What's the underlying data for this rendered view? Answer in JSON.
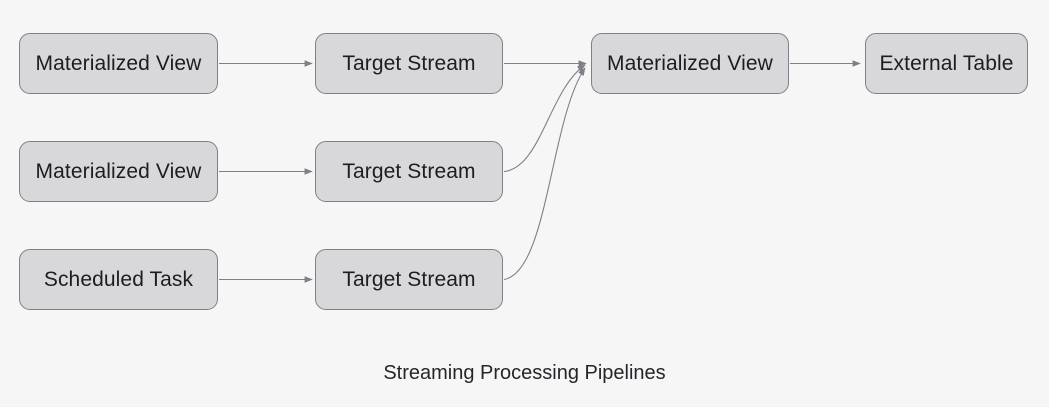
{
  "caption": "Streaming Processing Pipelines",
  "nodes": [
    {
      "id": "mv-top",
      "label": "Materialized View"
    },
    {
      "id": "ts-top",
      "label": "Target Stream"
    },
    {
      "id": "mv-merge",
      "label": "Materialized View"
    },
    {
      "id": "external-table",
      "label": "External Table"
    },
    {
      "id": "mv-mid",
      "label": "Materialized View"
    },
    {
      "id": "ts-mid",
      "label": "Target Stream"
    },
    {
      "id": "scheduled-task",
      "label": "Scheduled Task"
    },
    {
      "id": "ts-bottom",
      "label": "Target Stream"
    }
  ],
  "edges": [
    {
      "from": "mv-top",
      "to": "ts-top"
    },
    {
      "from": "ts-top",
      "to": "mv-merge"
    },
    {
      "from": "mv-merge",
      "to": "external-table"
    },
    {
      "from": "mv-mid",
      "to": "ts-mid"
    },
    {
      "from": "ts-mid",
      "to": "mv-merge"
    },
    {
      "from": "scheduled-task",
      "to": "ts-bottom"
    },
    {
      "from": "ts-bottom",
      "to": "mv-merge"
    }
  ],
  "colors": {
    "background": "#f6f6f7",
    "node_fill": "#d8d8da",
    "node_border": "#7f7f87",
    "edge": "#7f7f87",
    "label": "#1d1d21",
    "caption": "#26262a"
  }
}
